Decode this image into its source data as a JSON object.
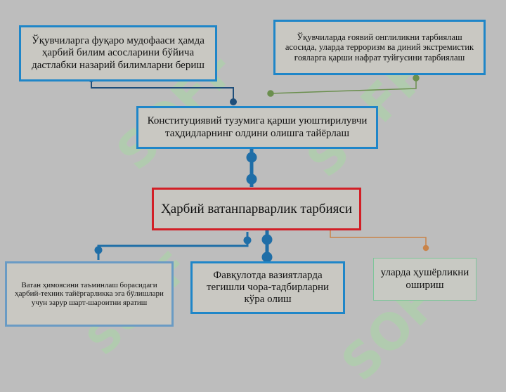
{
  "watermark": "SOFF",
  "colors": {
    "background": "#bdbdbd",
    "box_fill": "#c9c8c2",
    "blue_border": "#1f86c8",
    "red_border": "#d21f26",
    "green_border": "#7fc59a",
    "navy_wire": "#1f4e7a",
    "olive_wire": "#6b8f4e",
    "orange_wire": "#c9844a"
  },
  "boxes": {
    "top_left": "Ўқувчиларга фуқаро мудофааси ҳамда ҳарбий билим асосларини бўйича дастлабки назарий билимларни бериш",
    "top_right": "Ўқувчиларда ғоявий онглиликни тарбиялаш асосида, уларда терроризм ва диний экстремистик ғояларга қарши нафрат туйғусини тарбиялаш",
    "middle": "Конституциявий тузумига қарши уюштирилувчи таҳдидларнинг олдини олишга тайёрлаш",
    "center": "Ҳарбий ватанпарварлик тарбияси",
    "bottom_left": "Ватан ҳимоясини таъминлаш борасидаги ҳарбий-техник тайёргарликка эга бўлишлари учун зарур шарт-шароитни яратиш",
    "bottom_middle": "Фавқулотда вазиятларда тегишли чора-тадбирларни кўра олиш",
    "bottom_right": "уларда ҳушёрликни ошириш"
  }
}
